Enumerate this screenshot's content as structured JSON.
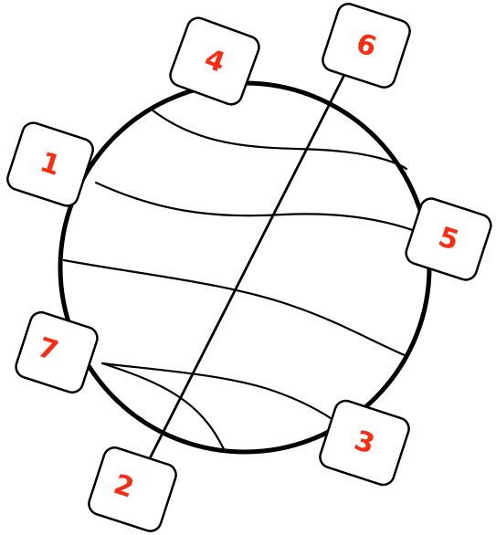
{
  "labels": {
    "l1": "1",
    "l2": "2",
    "l3": "3",
    "l4": "4",
    "l5": "5",
    "l6": "6",
    "l7": "7"
  },
  "colors": {
    "label_text": "#ff2b10",
    "outline": "#000000",
    "background": "#ffffff"
  }
}
